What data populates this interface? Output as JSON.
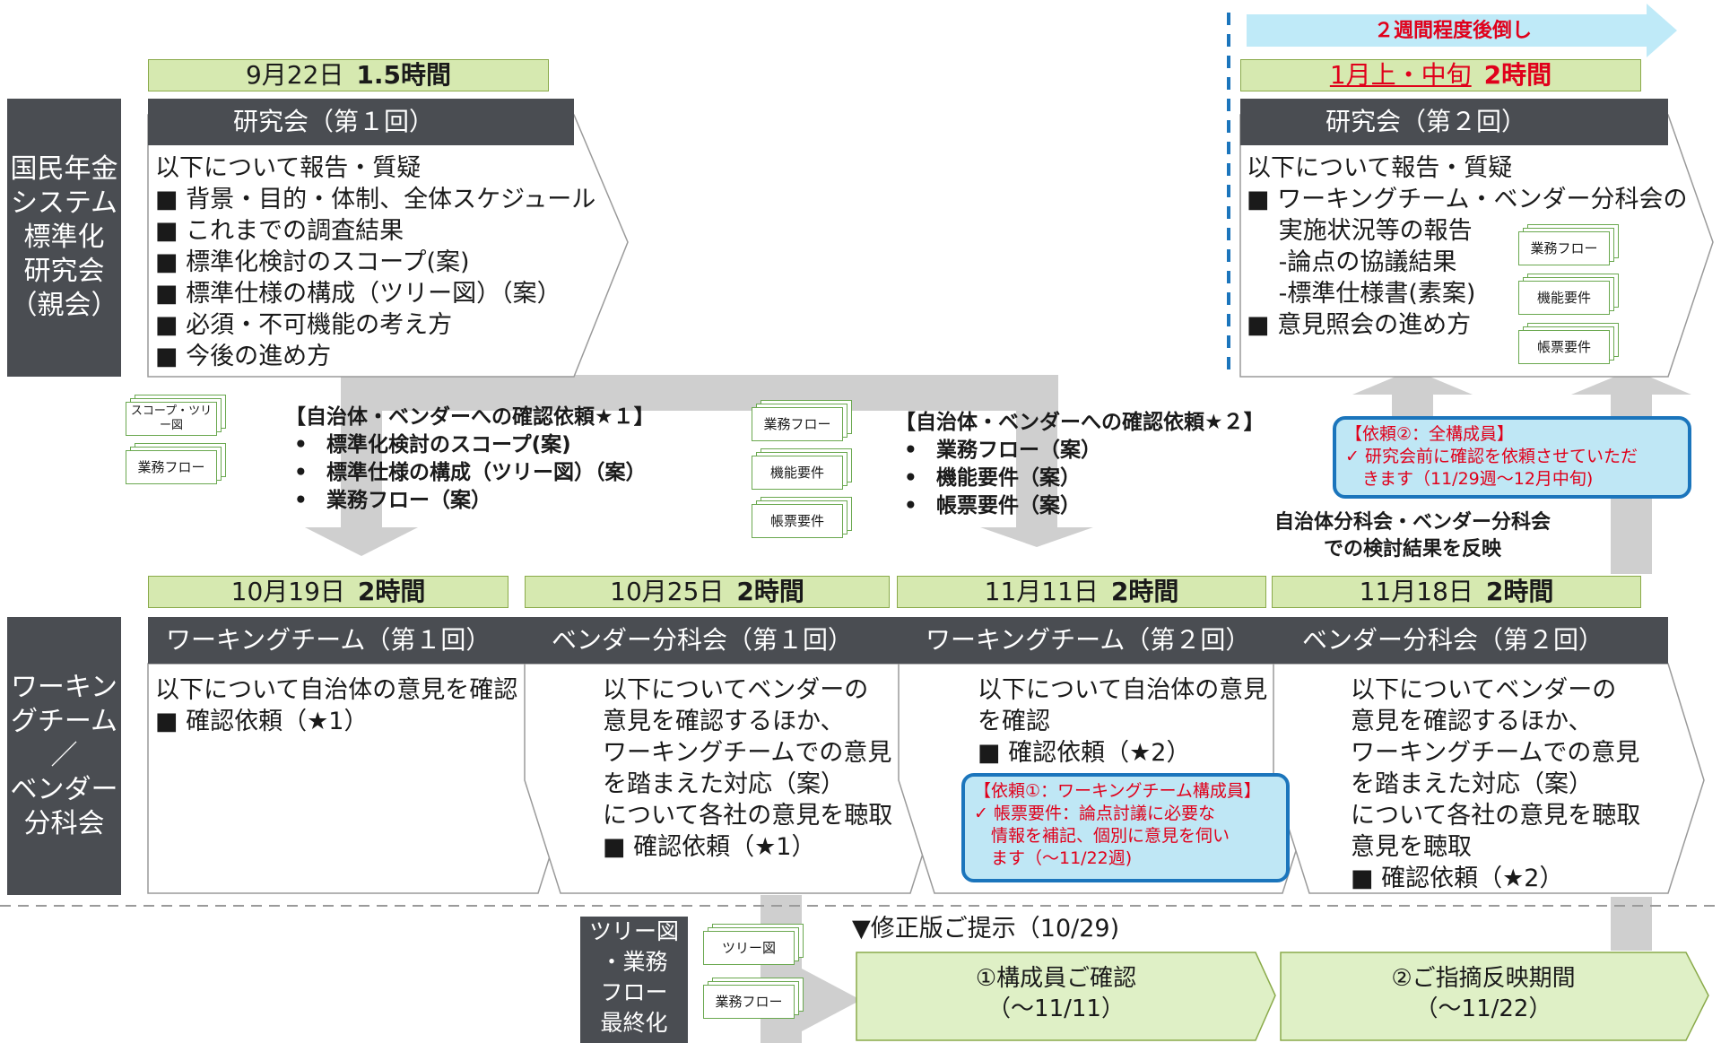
{
  "sidebar": {
    "parent": [
      "国民年金",
      "システム",
      "標準化",
      "研究会",
      "（親会）"
    ],
    "working": [
      "ワーキン",
      "グチーム",
      "／",
      "ベンダー",
      "分科会"
    ]
  },
  "delay_arrow": {
    "label": "２週間程度後倒し"
  },
  "meeting1": {
    "date": "9月22日",
    "duration": "1.5時間",
    "title": "研究会（第１回）",
    "lines": [
      "以下について報告・質疑",
      "■ 背景・目的・体制、全体スケジュール",
      "■ これまでの調査結果",
      "■ 標準化検討のスコープ(案)",
      "■ 標準仕様の構成（ツリー図）（案）",
      "■ 必須・不可機能の考え方",
      "■ 今後の進め方"
    ]
  },
  "meeting2": {
    "date": "1月上・中旬",
    "duration": "2時間",
    "title": "研究会（第２回）",
    "lines": [
      "以下について報告・質疑",
      "■ ワーキングチーム・ベンダー分科会の",
      "　 実施状況等の報告",
      "　 -論点の協議結果",
      "　 -標準仕様書(素案)",
      "■ 意見照会の進め方"
    ],
    "docs": [
      "業務フロー",
      "機能要件",
      "帳票要件"
    ]
  },
  "request1": {
    "docs": [
      "スコープ・ツリー図",
      "業務フロー"
    ],
    "title": "【自治体・ベンダーへの確認依頼★１】",
    "items": [
      "標準化検討のスコープ(案)",
      "標準仕様の構成（ツリー図）（案）",
      "業務フロー（案）"
    ]
  },
  "request2": {
    "docs": [
      "業務フロー",
      "機能要件",
      "帳票要件"
    ],
    "title": "【自治体・ベンダーへの確認依頼★２】",
    "items": [
      "業務フロー（案）",
      "機能要件（案）",
      "帳票要件（案）"
    ]
  },
  "callout2": {
    "title": "【依頼②：全構成員】",
    "lines": [
      "✓ 研究会前に確認を依頼させていただ",
      "　きます（11/29週〜12月中旬)"
    ]
  },
  "reflect_note": [
    "自治体分科会・ベンダー分科会",
    "での検討結果を反映"
  ],
  "sessions": [
    {
      "date": "10月19日",
      "duration": "2時間",
      "title": "ワーキングチーム（第１回）",
      "lines": [
        "以下について自治体の意見を確認",
        "■ 確認依頼（★1）"
      ]
    },
    {
      "date": "10月25日",
      "duration": "2時間",
      "title": "ベンダー分科会（第１回）",
      "lines": [
        "以下についてベンダーの",
        "意見を確認するほか、",
        "ワーキングチームでの意見",
        "を踏まえた対応（案）",
        "について各社の意見を聴取",
        "■ 確認依頼（★1）"
      ]
    },
    {
      "date": "11月11日",
      "duration": "2時間",
      "title": "ワーキングチーム（第２回）",
      "lines": [
        "以下について自治体の意見",
        "を確認",
        "■ 確認依頼（★2）"
      ]
    },
    {
      "date": "11月18日",
      "duration": "2時間",
      "title": "ベンダー分科会（第２回）",
      "lines": [
        "以下についてベンダーの",
        "意見を確認するほか、",
        "ワーキングチームでの意見",
        "を踏まえた対応（案）",
        "について各社の意見を聴取",
        "意見を聴取",
        "■ 確認依頼（★2）"
      ]
    }
  ],
  "callout1": {
    "title": "【依頼①：ワーキングチーム構成員】",
    "lines": [
      "✓ 帳票要件：論点討議に必要な",
      "　情報を補記、個別に意見を伺い",
      "　ます（〜11/22週)"
    ]
  },
  "bottom": {
    "finalize_label": [
      "ツリー図",
      "・業務",
      "フロー",
      "最終化"
    ],
    "docs": [
      "ツリー図",
      "業務フロー"
    ],
    "revision_note": "▼修正版ご提示（10/29)",
    "phase1": [
      "①構成員ご確認",
      "（〜11/11）"
    ],
    "phase2": [
      "②ご指摘反映期間",
      "（〜11/22）"
    ]
  },
  "colors": {
    "date_bg": "#d6e9b0",
    "header_bg": "#4a4d52",
    "callout_bg": "#bfe7f5",
    "callout_border": "#1b75bc",
    "highlight_red": "#e0001b",
    "arrow_gray": "#c8c8c8",
    "delay_arrow": "#bfeaf8"
  }
}
